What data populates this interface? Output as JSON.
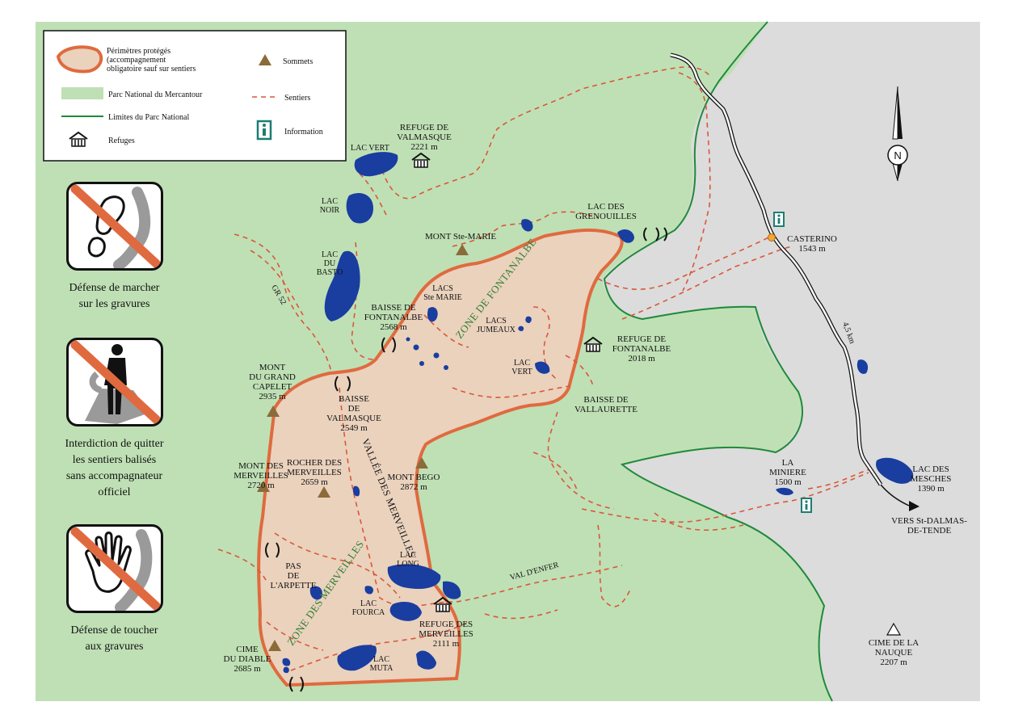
{
  "legend": {
    "protected": "Périmètres protégés\n(accompagnement\nobligatoire sauf sur sentiers",
    "park": "Parc National du Mercantour",
    "limits": "Limites  du  Parc National",
    "refuges": "Refuges",
    "summits": "Sommets",
    "trails": "Sentiers",
    "information": "Information"
  },
  "compass": {
    "north": "N"
  },
  "rules": [
    {
      "caption": "Défense de marcher\nsur les gravures",
      "icon": "footprint-icon"
    },
    {
      "caption": "Interdiction de quitter\nles sentiers balisés\nsans accompagnateur\nofficiel",
      "icon": "walker-icon"
    },
    {
      "caption": "Défense de toucher\naux gravures",
      "icon": "hand-icon"
    }
  ],
  "zones": {
    "fontanalbe": "ZONE DE FONTANALBE",
    "merveilles": "ZONE DES MERVEILLES",
    "vallee": "VALLÉE DES MERVEILLES"
  },
  "labels": {
    "lac_vert_n": "LAC VERT",
    "refuge_valmasque": "REFUGE DE\nVALMASQUE\n2221 m",
    "lac_noir": "LAC\nNOIR",
    "lac_basto": "LAC\nDU\nBASTO",
    "gr52": "GR 52",
    "mont_ste_marie": "MONT Ste-MARIE",
    "lac_grenouilles": "LAC DES\nGRENOUILLES",
    "casterino": "CASTERINO\n1543 m",
    "lacs_ste_marie": "LACS\nSte MARIE",
    "baisse_fontanalbe": "BAISSE DE\nFONTANALBE\n2568 m",
    "lacs_jumeaux": "LACS\nJUMEAUX",
    "refuge_fontanalbe": "REFUGE DE\nFONTANALBE\n2018 m",
    "lac_vert_s": "LAC\nVERT",
    "distance": "4,5 km",
    "mont_grand_capelet": "MONT\nDU GRAND\nCAPELET\n2935 m",
    "baisse_valmasque": "BAISSE\nDE\nVALMASQUE\n2549 m",
    "baisse_vallaurette": "BAISSE DE\nVALLAURETTE",
    "mont_merveilles": "MONT DES\nMERVEILLES\n2720 m",
    "rocher_merveilles": "ROCHER DES\nMERVEILLES\n2659 m",
    "mont_bego": "MONT BEGO\n2872 m",
    "la_miniere": "LA\nMINIERE\n1500 m",
    "lac_mesches": "LAC DES\nMESCHES\n1390 m",
    "vers_st_dalmas": "VERS St-DALMAS-\nDE-TENDE",
    "pas_arpette": "PAS\nDE\nL'ARPETTE",
    "lac_long": "LAC\nLONG",
    "val_denfer": "VAL D'ENFER",
    "lac_fourca": "LAC\nFOURCA",
    "refuge_merveilles": "REFUGE DES\nMERVEILLES\n2111 m",
    "cime_diable": "CIME\nDU DIABLE\n2685 m",
    "lac_muta": "LAC\nMUTA",
    "cime_nauque": "CIME DE LA\nNAUQUE\n2207 m"
  },
  "colors": {
    "park_green": "#bfe0b5",
    "outside_gray": "#dcdcdc",
    "protected_fill": "#ead2bd",
    "protected_border": "#e06a3f",
    "lake_blue": "#1a3da0",
    "summit_brown": "#8b6b3a",
    "trail_red": "#d9583a",
    "limit_green": "#1f8a3a",
    "info_teal": "#1d7d73"
  }
}
